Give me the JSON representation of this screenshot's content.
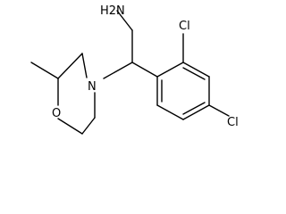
{
  "molecule": {
    "atoms": {
      "amine": "H2N",
      "ring_nitrogen": "N",
      "ring_oxygen": "O",
      "chlorine_ortho": "Cl",
      "chlorine_para": "Cl"
    }
  },
  "colors": {
    "bond": "#000000",
    "text": "#000000",
    "background": "#ffffff"
  }
}
